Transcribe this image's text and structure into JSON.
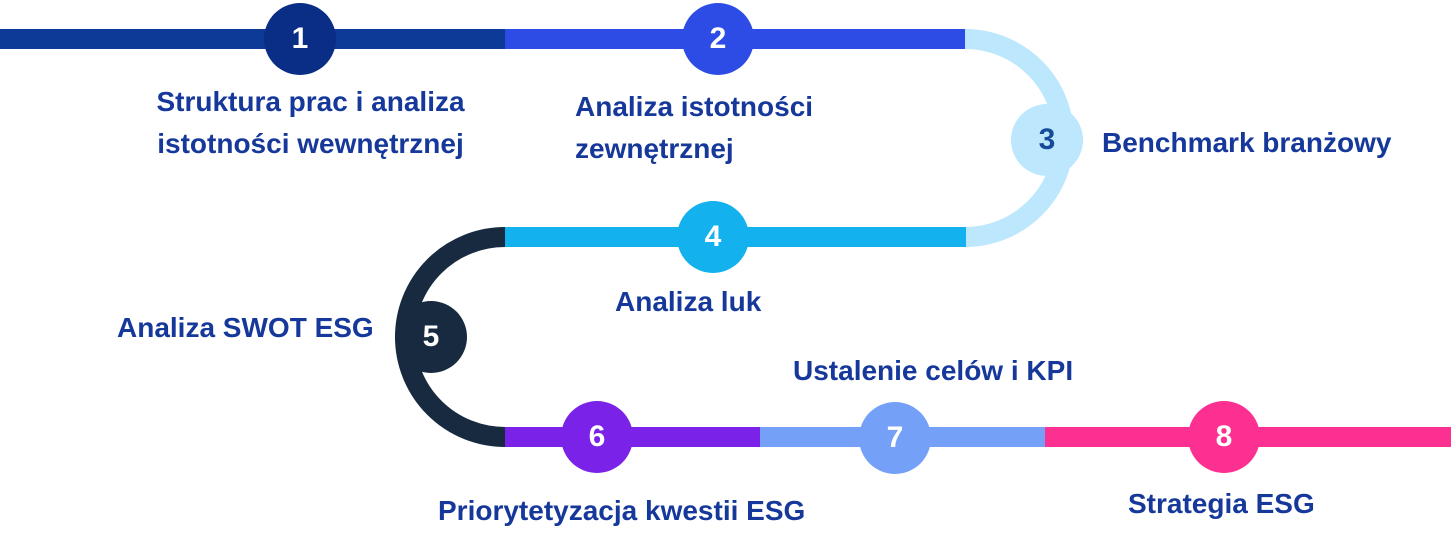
{
  "diagram": {
    "background_color": "#ffffff",
    "label_color": "#15389a",
    "steps": [
      {
        "number": "1",
        "lines": [
          "Struktura prac i analiza",
          "istotności wewnętrznej"
        ],
        "circle_color": "#0a2d85",
        "segment_color": "#0d3a96",
        "number_color": "#ffffff"
      },
      {
        "number": "2",
        "lines": [
          "Analiza istotności",
          "zewnętrznej"
        ],
        "circle_color": "#2d4ce6",
        "segment_color": "#2d4ce6",
        "number_color": "#ffffff"
      },
      {
        "number": "3",
        "lines": [
          "Benchmark branżowy"
        ],
        "circle_color": "#bce7fc",
        "segment_color": "#bce7fc",
        "number_color": "#164a9b"
      },
      {
        "number": "4",
        "lines": [
          "Analiza luk"
        ],
        "circle_color": "#14b1ef",
        "segment_color": "#14b1ef",
        "number_color": "#ffffff"
      },
      {
        "number": "5",
        "lines": [
          "Analiza SWOT ESG"
        ],
        "circle_color": "#172a40",
        "segment_color": "#172a40",
        "number_color": "#ffffff"
      },
      {
        "number": "6",
        "lines": [
          "Priorytetyzacja kwestii ESG"
        ],
        "circle_color": "#7b22e8",
        "segment_color": "#7b22e8",
        "number_color": "#ffffff"
      },
      {
        "number": "7",
        "lines": [
          "Ustalenie celów i KPI"
        ],
        "circle_color": "#74a0f8",
        "segment_color": "#74a0f8",
        "number_color": "#ffffff"
      },
      {
        "number": "8",
        "lines": [
          "Strategia ESG"
        ],
        "circle_color": "#fb3090",
        "segment_color": "#fb3090",
        "number_color": "#ffffff"
      }
    ]
  }
}
